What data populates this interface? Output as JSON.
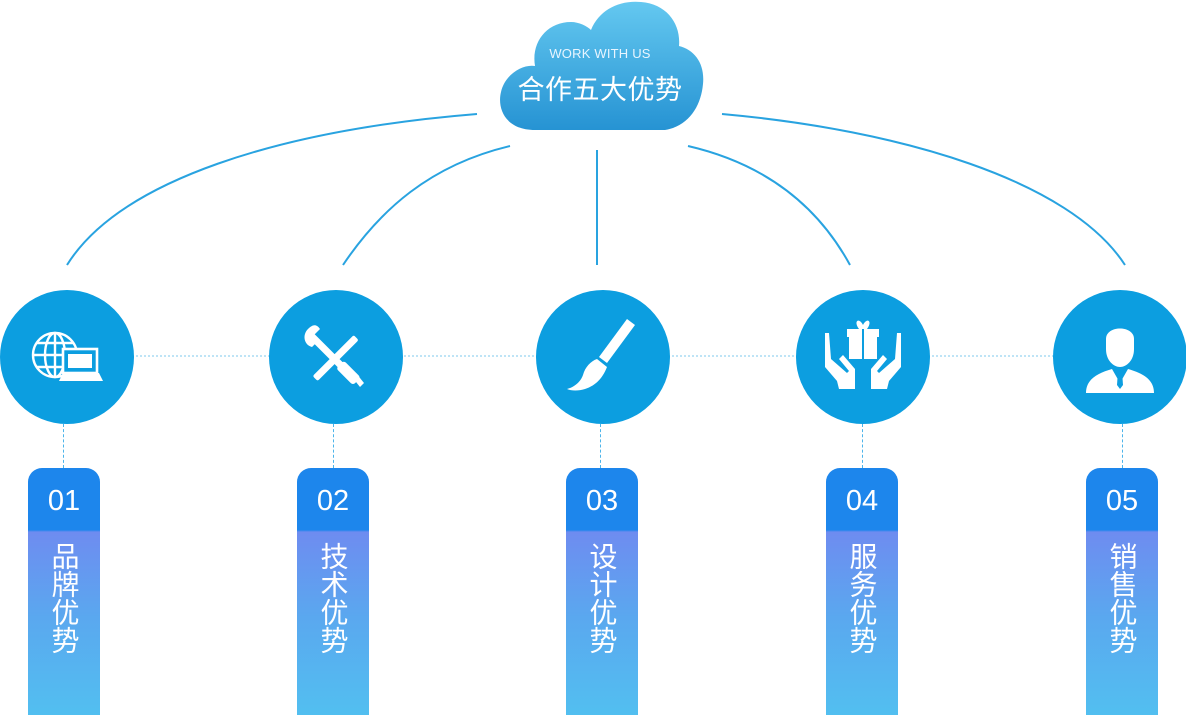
{
  "header": {
    "subtitle": "WORK WITH US",
    "title": "合作五大优势"
  },
  "advantages": [
    {
      "number": "01",
      "label": "品牌优势",
      "icon": "globe-computer-icon"
    },
    {
      "number": "02",
      "label": "技术优势",
      "icon": "wrench-screwdriver-icon"
    },
    {
      "number": "03",
      "label": "设计优势",
      "icon": "paintbrush-icon"
    },
    {
      "number": "04",
      "label": "服务优势",
      "icon": "gift-hands-icon"
    },
    {
      "number": "05",
      "label": "销售优势",
      "icon": "businessman-icon"
    }
  ],
  "colors": {
    "primary": "#0c9ee0",
    "cloud_top": "#5fc4ef",
    "cloud_bottom": "#2a9ad6",
    "card_top": "#1d86ec",
    "card_mid": "#6e8cf0",
    "card_bottom": "#52bff0",
    "connector": "#29a3e0"
  }
}
